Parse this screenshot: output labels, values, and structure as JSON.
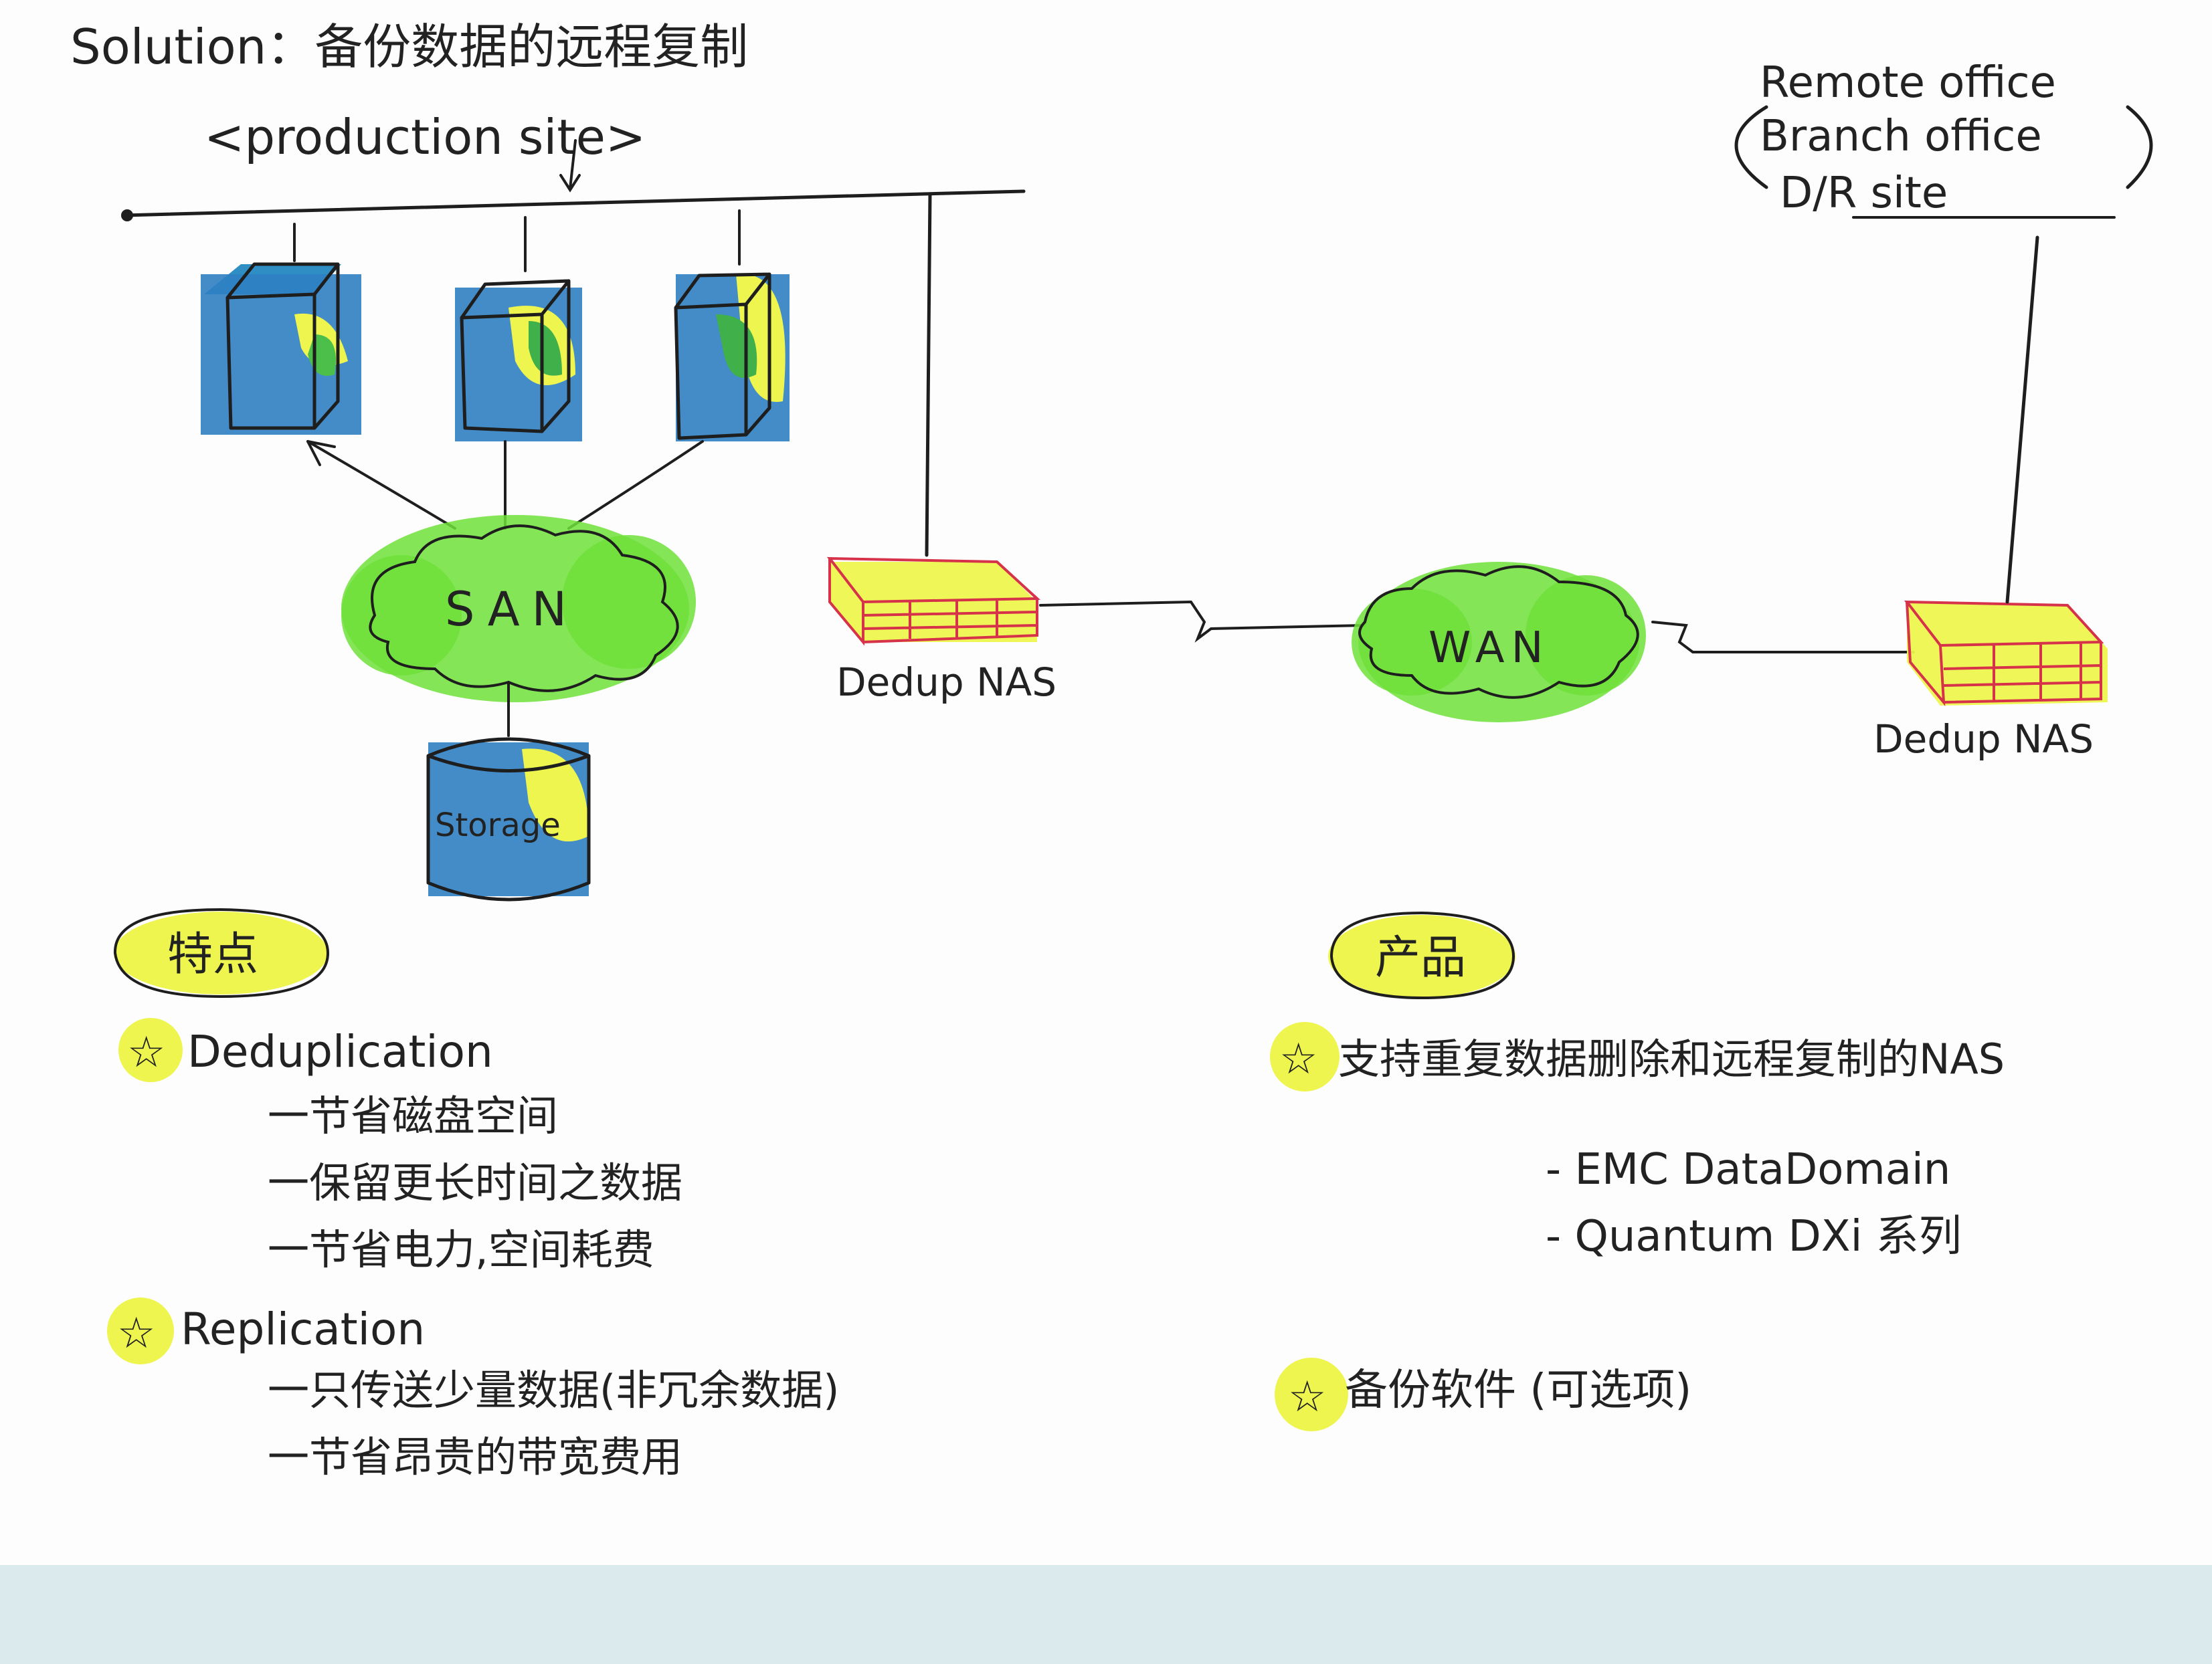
{
  "title": "Solution：备份数据的远程复制",
  "production_site_label": "<production site>",
  "remote_site_label": {
    "line1": "Remote office",
    "line2": "Branch office",
    "line3": "D/R site"
  },
  "san_label": "SAN",
  "wan_label": "WAN",
  "storage_label": "Storage",
  "nas_left_label": "Dedup NAS",
  "nas_right_label": "Dedup NAS",
  "features": {
    "heading": "特点",
    "items": [
      {
        "label": "Deduplication",
        "sub": [
          "一节省磁盘空间",
          "一保留更长时间之数据",
          "一节省电力,空间耗费"
        ]
      },
      {
        "label": "Replication",
        "sub": [
          "一只传送少量数据(非冗余数据)",
          "一节省昂贵的带宽费用"
        ]
      }
    ]
  },
  "products": {
    "heading": "产品",
    "items": [
      {
        "label": "支持重复数据删除和远程复制的NAS",
        "sub": [
          "- EMC DataDomain",
          "- Quantum DXi 系列"
        ]
      },
      {
        "label": "备份软件 (可选项)",
        "sub": []
      }
    ]
  },
  "colors": {
    "server_blue": "#3a7fc4",
    "highlight_green": "#6fe13a",
    "highlight_yellow": "#eef54f",
    "nas_red_grid": "#d6334a",
    "ink": "#1e1e1e",
    "bottom_strip": "#dbeaec"
  }
}
